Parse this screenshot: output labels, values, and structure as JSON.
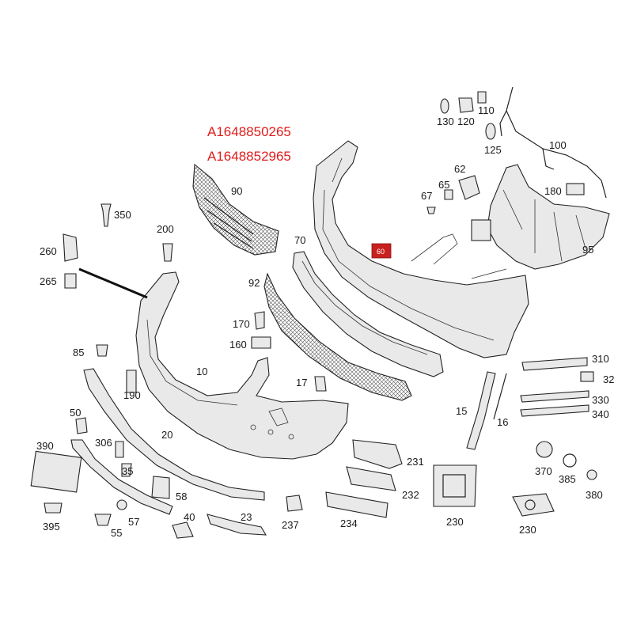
{
  "part_numbers": [
    "A1648850265",
    "A1648852965"
  ],
  "highlight_label": "60",
  "callouts": {
    "c10": "10",
    "c15": "15",
    "c16": "16",
    "c17": "17",
    "c20": "20",
    "c23": "23",
    "c35": "35",
    "c40": "40",
    "c50": "50",
    "c55": "55",
    "c57": "57",
    "c58": "58",
    "c62": "62",
    "c65": "65",
    "c67": "67",
    "c70": "70",
    "c85": "85",
    "c90": "90",
    "c92": "92",
    "c95": "95",
    "c100": "100",
    "c110": "110",
    "c120": "120",
    "c125": "125",
    "c130": "130",
    "c160": "160",
    "c170": "170",
    "c180": "180",
    "c190": "190",
    "c200": "200",
    "c230a": "230",
    "c230b": "230",
    "c231": "231",
    "c232": "232",
    "c234": "234",
    "c237": "237",
    "c260": "260",
    "c265": "265",
    "c306": "306",
    "c310": "310",
    "c32": "32",
    "c330": "330",
    "c340": "340",
    "c350": "350",
    "c370": "370",
    "c380": "380",
    "c385": "385",
    "c390": "390",
    "c395": "395"
  }
}
